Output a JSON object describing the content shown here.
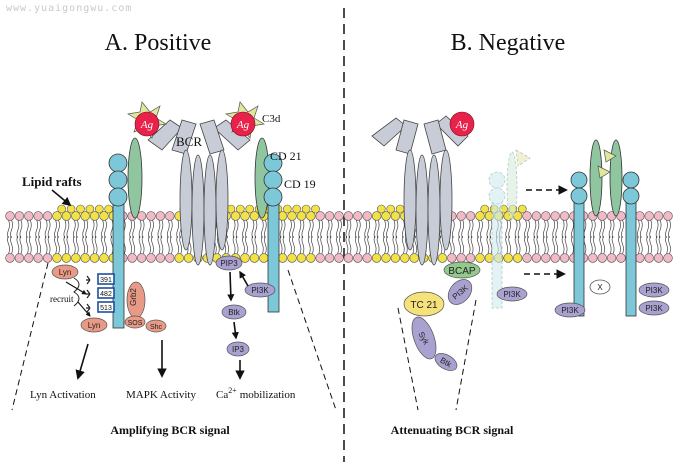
{
  "watermark": "www.yuaigongwu.com",
  "panels": {
    "positive": {
      "title": "A. Positive",
      "caption": "Amplifying BCR signal",
      "labels": {
        "bcr": "BCR",
        "c3d": "C3d",
        "cd21": "CD 21",
        "cd19": "CD 19",
        "lipid_rafts": "Lipid rafts",
        "recruit": "recruit",
        "lyn_top": "Lyn",
        "lyn_bottom": "Lyn",
        "y391": "391",
        "y482": "482",
        "y513": "513",
        "grb2": "Grb2",
        "sos": "SOS",
        "shc": "Shc",
        "pip3": "PIP3",
        "pi3k": "PI3K",
        "btk": "Btk",
        "ip3": "IP3",
        "ag_left": "Ag",
        "ag_right": "Ag"
      },
      "outcomes": {
        "lyn_activation": "Lyn Activation",
        "mapk_activity": "MAPK Activity",
        "ca_prefix": "Ca",
        "ca_superscript": "2+",
        "ca_suffix": "mobilization"
      }
    },
    "negative": {
      "title": "B. Negative",
      "caption": "Attenuating BCR signal",
      "labels": {
        "ag": "Ag",
        "bcap": "BCAP",
        "tc21": "TC 21",
        "pi3k_a": "PI3K",
        "syk": "Syk",
        "btk": "Btk",
        "pi3k_b": "PI3K",
        "pi3k_c": "PI3K",
        "x": "X",
        "pi3k_d": "PI3K",
        "pi3k_e": "PI3K"
      }
    }
  },
  "colors": {
    "lipid_head_yellow": "#f3e247",
    "lipid_head_pink": "#f2b9c6",
    "receptor_gray": "#c7ccd6",
    "ag_red": "#e8224a",
    "c3d_green": "#dfe79a",
    "cd21_green": "#8fc6a0",
    "cd19_blue": "#7cc8d8",
    "lyn_salmon": "#e89a86",
    "kinase_purple": "#a9a1cf",
    "bcap_green": "#93c98d",
    "tc21_yellow": "#f6e27a"
  }
}
